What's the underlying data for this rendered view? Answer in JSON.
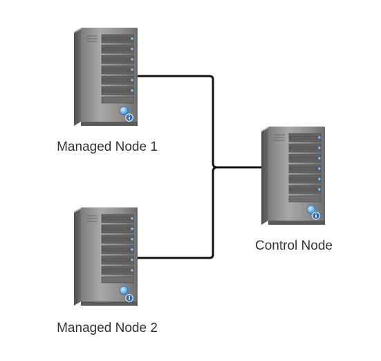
{
  "nodes": [
    {
      "id": "managed-node-1",
      "label": "Managed Node 1",
      "icon": "server-icon"
    },
    {
      "id": "managed-node-2",
      "label": "Managed Node 2",
      "icon": "server-icon"
    },
    {
      "id": "control-node",
      "label": "Control Node",
      "icon": "server-icon"
    }
  ],
  "connections": [
    {
      "from": "managed-node-1",
      "to": "control-node"
    },
    {
      "from": "managed-node-2",
      "to": "control-node"
    }
  ],
  "colors": {
    "connector": "#111111",
    "server_body": "#8a8a8a",
    "server_shadow": "#5c5c5c",
    "led": "#3a8fd9",
    "info_badge": "#2a6bb5",
    "label_text": "#333333"
  }
}
